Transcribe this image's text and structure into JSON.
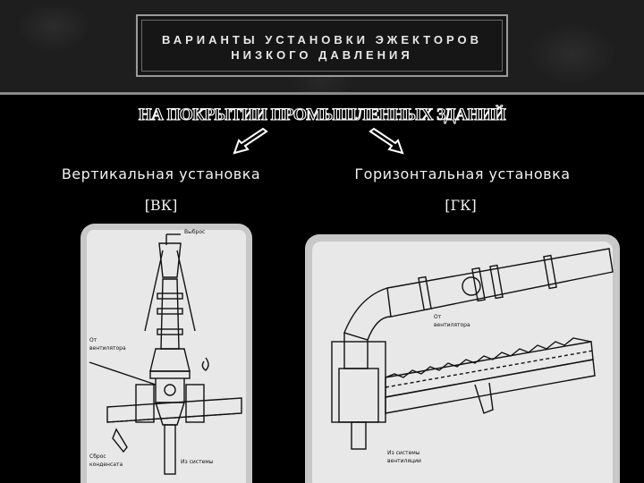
{
  "slide": {
    "title_line1": "ВАРИАНТЫ УСТАНОВКИ ЭЖЕКТОРОВ",
    "title_line2": "НИЗКОГО ДАВЛЕНИЯ",
    "subtitle": "НА ПОКРЫТИИ ПРОМЫШЛЕННЫХ ЗДАНИЙ"
  },
  "left": {
    "label": "Вертикальная установка",
    "code": "[ВК]",
    "drawing": {
      "label_vybros": "Выброс",
      "label_ot": "От",
      "label_ventilyatora": "вентилятора",
      "label_iz_sistemy": "Из системы",
      "label_sbros": "Сброс",
      "label_kondensata": "конденсата"
    }
  },
  "right": {
    "label": "Горизонтальная установка",
    "code": "[ГК]",
    "drawing": {
      "label_ot": "От",
      "label_ventilyatora": "вентилятора",
      "label_iz_sistemy": "Из системы",
      "label_ventilyatsii": "вентиляции"
    }
  },
  "colors": {
    "background": "#000000",
    "header": "#1e1e1e",
    "paper": "#e6e6e6"
  }
}
